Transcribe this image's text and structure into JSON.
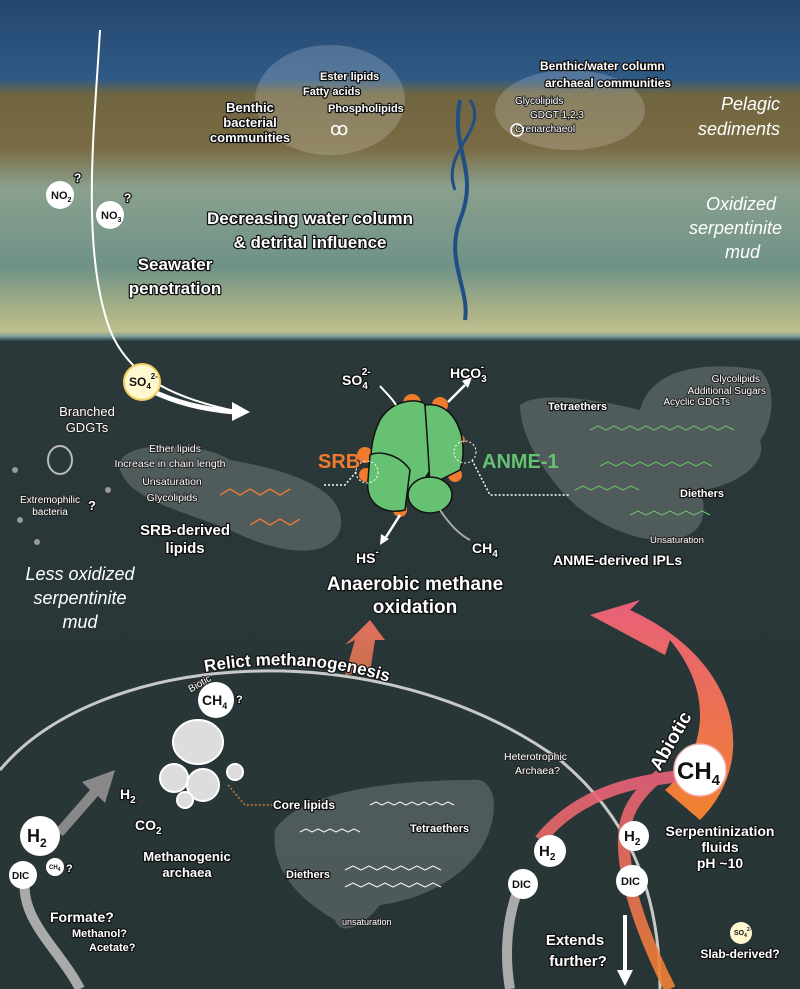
{
  "colors": {
    "ocean": "#2e5985",
    "sediment": "#7a6c44",
    "mud": "#7e9b8c",
    "lower": "#2a3839",
    "srb": "#f07a2e",
    "anme": "#66c072",
    "abiotic": "#e8706a"
  },
  "surface": {
    "benthic_bacteria": [
      "Benthic",
      "bacterial",
      "communities"
    ],
    "bacteria_lipids": [
      "Ester lipids",
      "Fatty acids",
      "Phospholipids"
    ],
    "archaeal_communities": [
      "Benthic/water column",
      "archaeal communities"
    ],
    "archaeal_lipids": [
      "Glycolipids",
      "GDGT-1,2,3",
      "Crenarchaeol"
    ],
    "pelagic": [
      "Pelagic",
      "sediments"
    ],
    "oxidized": [
      "Oxidized",
      "serpentinite",
      "mud"
    ],
    "decreasing": [
      "Decreasing water column",
      "& detrital influence"
    ],
    "seawater": [
      "Seawater",
      "penetration"
    ],
    "no2": {
      "base": "NO",
      "sub": "2",
      "sup": "-",
      "q": "?"
    },
    "no3": {
      "base": "NO",
      "sub": "3",
      "sup": "-",
      "q": "?"
    },
    "so4": {
      "base": "SO",
      "sub": "4",
      "sup": "2-"
    }
  },
  "aom": {
    "so4": {
      "base": "SO",
      "sub": "4",
      "sup": "2-"
    },
    "hco3": {
      "base": "HCO",
      "sub": "3",
      "sup": "-"
    },
    "hs": {
      "base": "HS",
      "sup": "-"
    },
    "ch4": {
      "base": "CH",
      "sub": "4"
    },
    "srb": "SRB",
    "anme": "ANME-1",
    "title": [
      "Anaerobic methane",
      "oxidation"
    ]
  },
  "srb_lipids": {
    "features": [
      "Ether lipids",
      "Increase in chain length",
      "Unsaturation",
      "Glycolipids"
    ],
    "title": [
      "SRB-derived",
      "lipids"
    ]
  },
  "anme_lipids": {
    "extras": [
      "Glycolipids",
      "Additional Sugars",
      "Acyclic GDGTs"
    ],
    "tetraethers": "Tetraethers",
    "diethers": "Diethers",
    "unsaturation": "Unsaturation",
    "title": "ANME-derived IPLs"
  },
  "left": {
    "branched": [
      "Branched",
      "GDGTs"
    ],
    "extremophilic": [
      "Extremophilic",
      "bacteria"
    ],
    "q": "?",
    "less_oxidized": [
      "Less oxidized",
      "serpentinite",
      "mud"
    ]
  },
  "methanogenesis": {
    "relict": "Relict methanogenesis",
    "biotic": "Biotic",
    "ch4": {
      "base": "CH",
      "sub": "4"
    },
    "q": "?",
    "h2": {
      "base": "H",
      "sub": "2"
    },
    "co2": {
      "base": "CO",
      "sub": "2"
    },
    "archaea": [
      "Methanogenic",
      "archaea"
    ],
    "core_lipids": "Core lipids",
    "tetraethers": "Tetraethers",
    "diethers": "Diethers",
    "unsaturation": "unsaturation",
    "heterotrophic": [
      "Heterotrophic",
      "Archaea?"
    ],
    "big_h2": {
      "base": "H",
      "sub": "2"
    },
    "dic": "DIC",
    "small_ch4": {
      "base": "CH",
      "sub": "4"
    },
    "substrates": [
      "Formate?",
      "Methanol?",
      "Acetate?"
    ]
  },
  "abiotic": {
    "label": "Abiotic",
    "ch4": {
      "base": "CH",
      "sub": "4"
    },
    "h2": {
      "base": "H",
      "sub": "2"
    },
    "dic": "DIC",
    "serpentinization": [
      "Serpentinization",
      "fluids",
      "pH ~10"
    ],
    "extends": [
      "Extends",
      "further?"
    ],
    "so4": {
      "base": "SO",
      "sub": "4",
      "sup": "2-"
    },
    "slab": "Slab-derived?"
  }
}
